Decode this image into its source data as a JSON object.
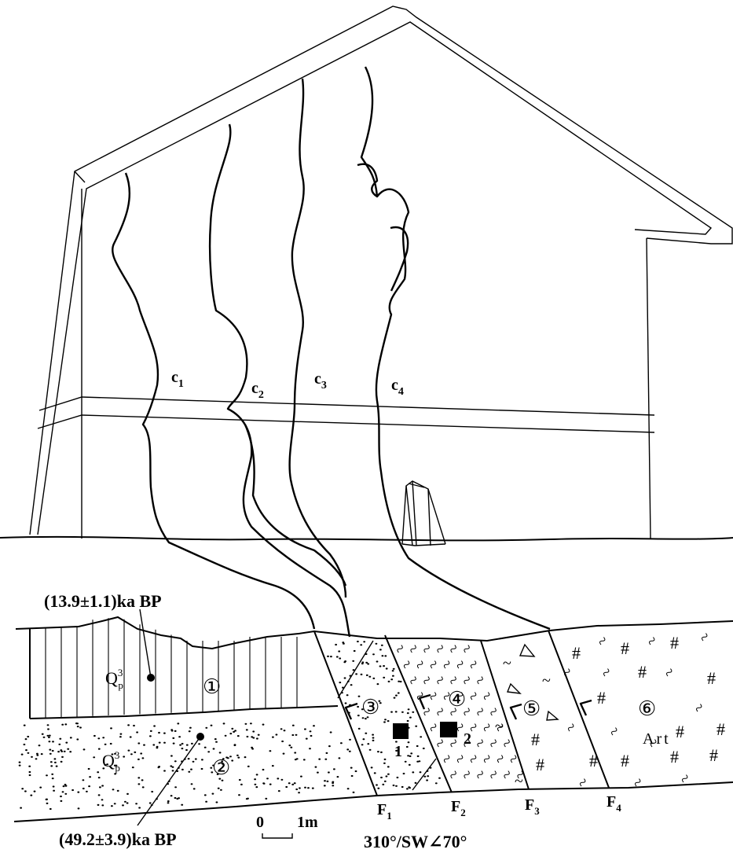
{
  "cracks": [
    "c",
    "c",
    "c",
    "c"
  ],
  "crack_subscripts": [
    "1",
    "2",
    "3",
    "4"
  ],
  "units": [
    "①",
    "②",
    "③",
    "④",
    "⑤",
    "⑥"
  ],
  "faults": [
    "F",
    "F",
    "F",
    "F"
  ],
  "fault_subscripts": [
    "1",
    "2",
    "3",
    "4"
  ],
  "dates": {
    "upper": "(13.9±1.1)ka BP",
    "lower": "(49.2±3.9)ka BP"
  },
  "age_symbol": {
    "base": "Q",
    "sup": "3",
    "sub": "p"
  },
  "samples": [
    "1",
    "2"
  ],
  "scale": {
    "zero": "0",
    "length": "1m"
  },
  "attitude": "310°/SW∠70°",
  "artifact_label": "Art"
}
